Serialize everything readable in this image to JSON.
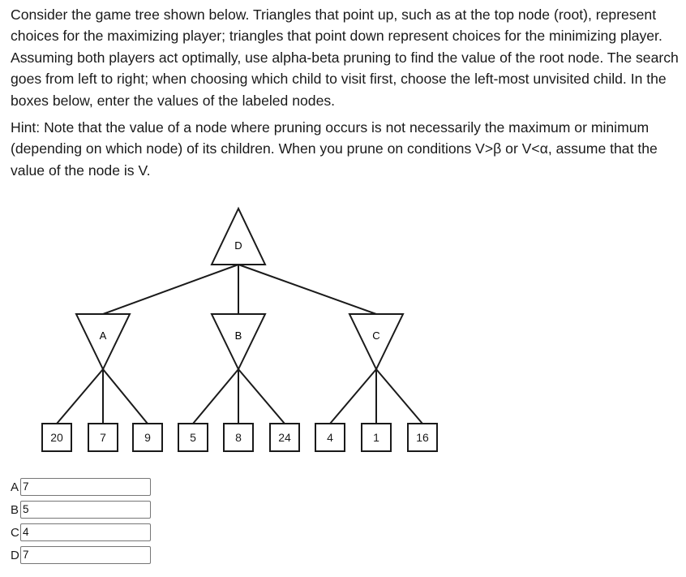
{
  "question": {
    "paragraph1": "Consider the game tree shown below. Triangles that point up, such as at the top node (root), represent choices for the maximizing player; triangles that point down represent choices for the minimizing player. Assuming both players act optimally, use alpha-beta pruning to find the value of the root node. The search goes from left to right; when choosing which child to visit first, choose the left-most unvisited child. In the boxes below, enter the values of the labeled nodes.",
    "paragraph2": "Hint: Note that the value of a node where pruning occurs is not necessarily the maximum or minimum (depending on which node) of its children. When you prune on conditions V>β or V<α, assume that the value of the node is V."
  },
  "tree": {
    "root": {
      "label": "D",
      "type": "max"
    },
    "min_nodes": [
      {
        "label": "A",
        "type": "min"
      },
      {
        "label": "B",
        "type": "min"
      },
      {
        "label": "C",
        "type": "min"
      }
    ],
    "leaves": [
      "20",
      "7",
      "9",
      "5",
      "8",
      "24",
      "4",
      "1",
      "16"
    ]
  },
  "answers": [
    {
      "label": "A",
      "value": "7"
    },
    {
      "label": "B",
      "value": "5"
    },
    {
      "label": "C",
      "value": "4"
    },
    {
      "label": "D",
      "value": "7"
    }
  ]
}
